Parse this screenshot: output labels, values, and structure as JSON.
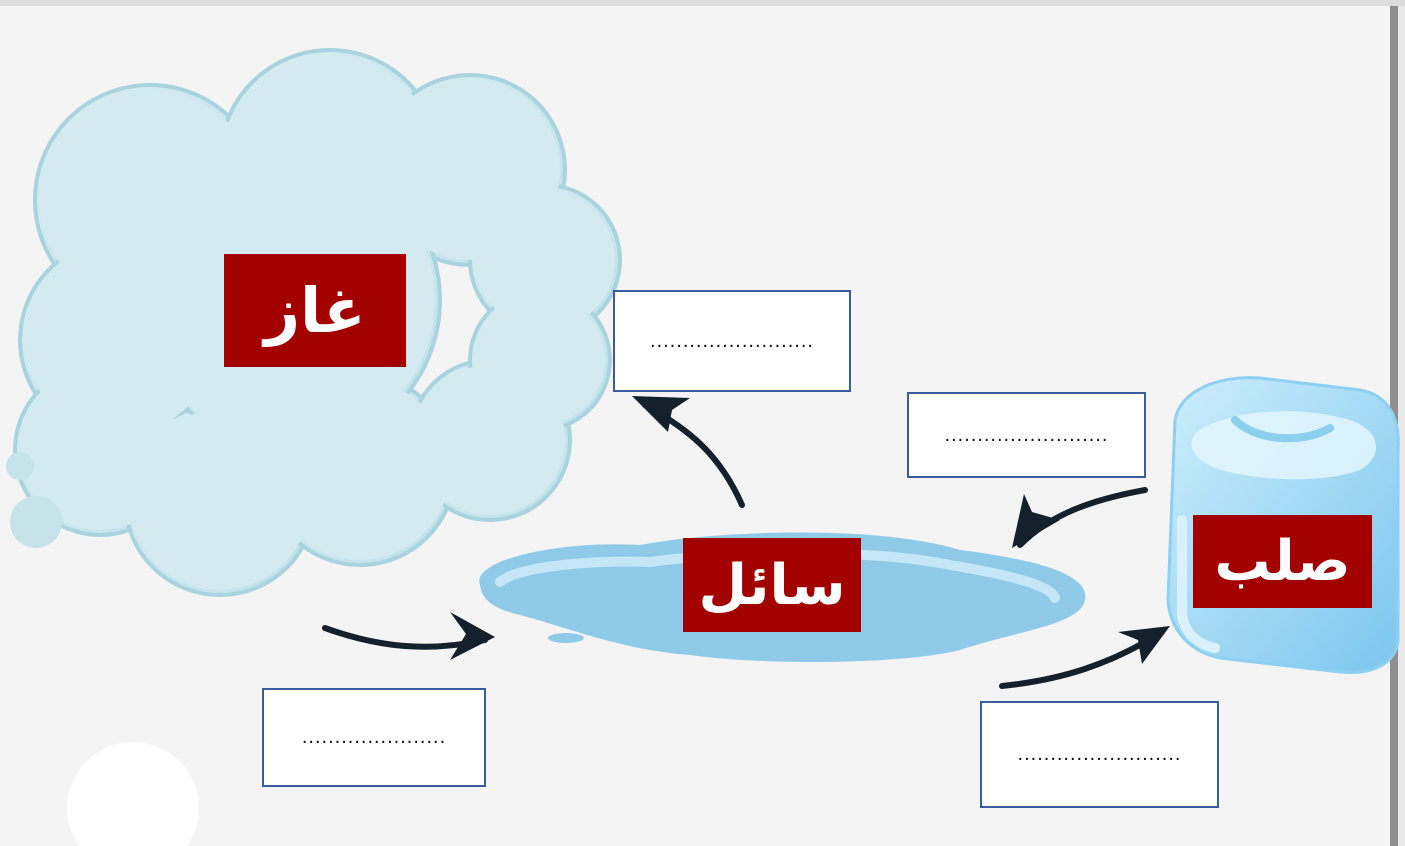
{
  "labels": {
    "gas": "غاز",
    "liquid": "سائل",
    "solid": "صلب"
  },
  "answer_boxes": {
    "gas_from_liquid": ".........................",
    "liquid_from_solid": ".........................",
    "liquid_from_gas": "......................",
    "solid_from_liquid": "........................."
  },
  "colors": {
    "label_bg": "#a30000",
    "label_text": "#ffffff",
    "cloud": "#c9e6ec",
    "water": "#8fcbe9",
    "ice": "#a9dcf5",
    "arrow": "#14202b",
    "box_border": "#3b5ba0"
  },
  "icons": [
    "cloud-icon",
    "water-puddle-icon",
    "ice-cube-icon",
    "arrow-icon"
  ]
}
